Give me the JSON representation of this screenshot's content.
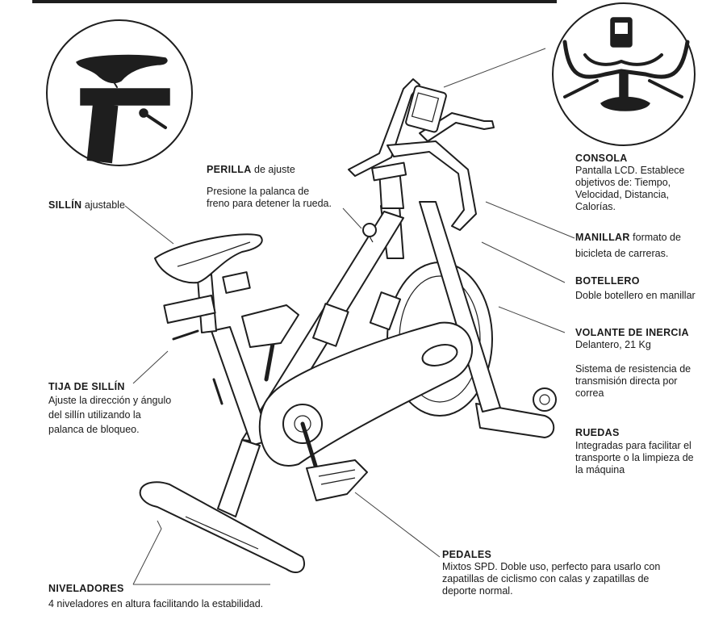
{
  "labels": {
    "perilla": {
      "title": "PERILLA",
      "suffix": " de ajuste",
      "body": "Presione la palanca de\nfreno para detener la rueda."
    },
    "sillin": {
      "title": "SILLÍN",
      "suffix": " ajustable"
    },
    "tija": {
      "title": "TIJA DE SILLÍN",
      "body": "Ajuste la dirección y ángulo\ndel sillín utilizando la\npalanca de bloqueo."
    },
    "niveladores": {
      "title": "NIVELADORES",
      "body": "4 niveladores en altura facilitando la estabilidad."
    },
    "consola": {
      "title": "CONSOLA",
      "body": "Pantalla LCD. Establece\nobjetivos de: Tiempo,\nVelocidad, Distancia,\nCalorías."
    },
    "manillar": {
      "title": "MANILLAR",
      "suffix": " formato de",
      "body": "bicicleta de carreras."
    },
    "botellero": {
      "title": "BOTELLERO",
      "body": "Doble botellero en manillar"
    },
    "volante": {
      "title": "VOLANTE DE INERCIA",
      "body": "Delantero, 21 Kg",
      "extra": "Sistema de resistencia de\ntransmisión directa por\ncorrea"
    },
    "ruedas": {
      "title": "RUEDAS",
      "body": "Integradas para facilitar el\ntransporte o la limpieza de\nla máquina"
    },
    "pedales": {
      "title": "PEDALES",
      "body": "Mixtos SPD. Doble uso, perfecto para usarlo con\nzapatillas de ciclismo con calas y zapatillas de\ndeporte normal."
    }
  },
  "icons": [
    "saddle-detail-icon",
    "handlebar-console-detail-icon",
    "spin-bike-icon"
  ]
}
